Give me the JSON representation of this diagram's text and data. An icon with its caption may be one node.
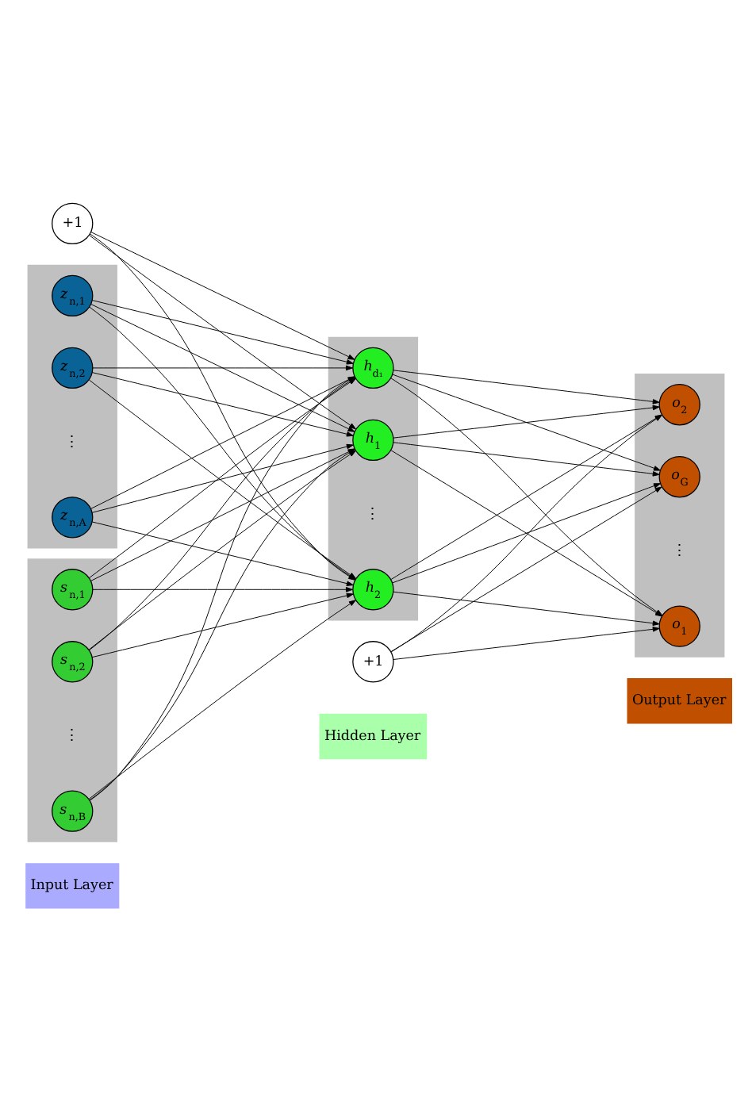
{
  "diagram": {
    "nodes": [
      {
        "text": [
          "Input Layer"
        ]
      },
      {
        "text": [
          "Hidden Layer"
        ]
      },
      {
        "text": [
          "Output Layer"
        ]
      },
      {
        "text": [
          "+1"
        ]
      },
      {
        "text": [],
        "shape": "bar"
      },
      {
        "text": [
          "z$_{n,1}$"
        ],
        "in": 4
      },
      {
        "text": [
          "z$_{n,2}$"
        ],
        "in": 4
      },
      {
        "text": [
          "z$_{n,A}$"
        ],
        "in": 4
      },
      {
        "text": [],
        "shape": "bar"
      },
      {
        "text": [
          "s$_{n,1}$"
        ],
        "in": 8
      },
      {
        "text": [
          "s$_{n,2}$"
        ],
        "in": 8
      },
      {
        "text": [
          "s$_{n,B}$"
        ],
        "in": 8
      },
      {
        "text": [
          "+1"
        ]
      },
      {
        "text": [],
        "shape": "bar"
      },
      {
        "text": [
          "h$_{1}$"
        ],
        "in": 13
      },
      {
        "text": [
          "h$_{2}$"
        ],
        "in": 13
      },
      {
        "text": [
          "h$_{d₁}$"
        ],
        "in": 13
      },
      {
        "text": [],
        "shape": "bar"
      },
      {
        "text": [
          "o$_{1}$"
        ],
        "in": 17
      },
      {
        "text": [
          "o$_{2}$"
        ],
        "in": 17
      },
      {
        "text": [
          "o$_{G}$"
        ],
        "in": 17
      }
    ],
    "edges": [
      {
        "from": 3,
        "to": 14,
        "arrow": "to"
      },
      {
        "from": 3,
        "to": 15,
        "arrow": "to"
      },
      {
        "from": 3,
        "to": 16,
        "arrow": "to"
      },
      {
        "from": 5,
        "to": 14,
        "arrow": "to"
      },
      {
        "from": 5,
        "to": 15,
        "arrow": "to"
      },
      {
        "from": 5,
        "to": 16,
        "arrow": "to"
      },
      {
        "from": 6,
        "to": 14,
        "arrow": "to"
      },
      {
        "from": 6,
        "to": 15,
        "arrow": "to"
      },
      {
        "from": 6,
        "to": 16,
        "arrow": "to"
      },
      {
        "from": 7,
        "to": 14,
        "arrow": "to"
      },
      {
        "from": 7,
        "to": 15,
        "arrow": "to"
      },
      {
        "from": 7,
        "to": 16,
        "arrow": "to"
      },
      {
        "from": 9,
        "to": 14,
        "arrow": "to"
      },
      {
        "from": 9,
        "to": 15,
        "arrow": "to"
      },
      {
        "from": 9,
        "to": 16,
        "arrow": "to"
      },
      {
        "from": 10,
        "to": 14,
        "arrow": "to"
      },
      {
        "from": 10,
        "to": 15,
        "arrow": "to"
      },
      {
        "from": 10,
        "to": 16,
        "arrow": "to"
      },
      {
        "from": 11,
        "to": 14,
        "arrow": "to"
      },
      {
        "from": 11,
        "to": 15,
        "arrow": "to"
      },
      {
        "from": 11,
        "to": 16,
        "arrow": "to"
      },
      {
        "from": 12,
        "to": 18,
        "arrow": "to"
      },
      {
        "from": 12,
        "to": 19,
        "arrow": "to"
      },
      {
        "from": 12,
        "to": 20,
        "arrow": "to"
      },
      {
        "from": 14,
        "to": 18,
        "arrow": "to"
      },
      {
        "from": 14,
        "to": 19,
        "arrow": "to"
      },
      {
        "from": 14,
        "to": 20,
        "arrow": "to"
      },
      {
        "from": 15,
        "to": 18,
        "arrow": "to"
      },
      {
        "from": 15,
        "to": 19,
        "arrow": "to"
      },
      {
        "from": 15,
        "to": 20,
        "arrow": "to"
      },
      {
        "from": 16,
        "to": 18,
        "arrow": "to"
      },
      {
        "from": 16,
        "to": 19,
        "arrow": "to"
      },
      {
        "from": 16,
        "to": 20,
        "arrow": "to"
      }
    ],
    "labels": [
      "⋮",
      "⋮",
      "⋮",
      "⋮"
    ]
  }
}
